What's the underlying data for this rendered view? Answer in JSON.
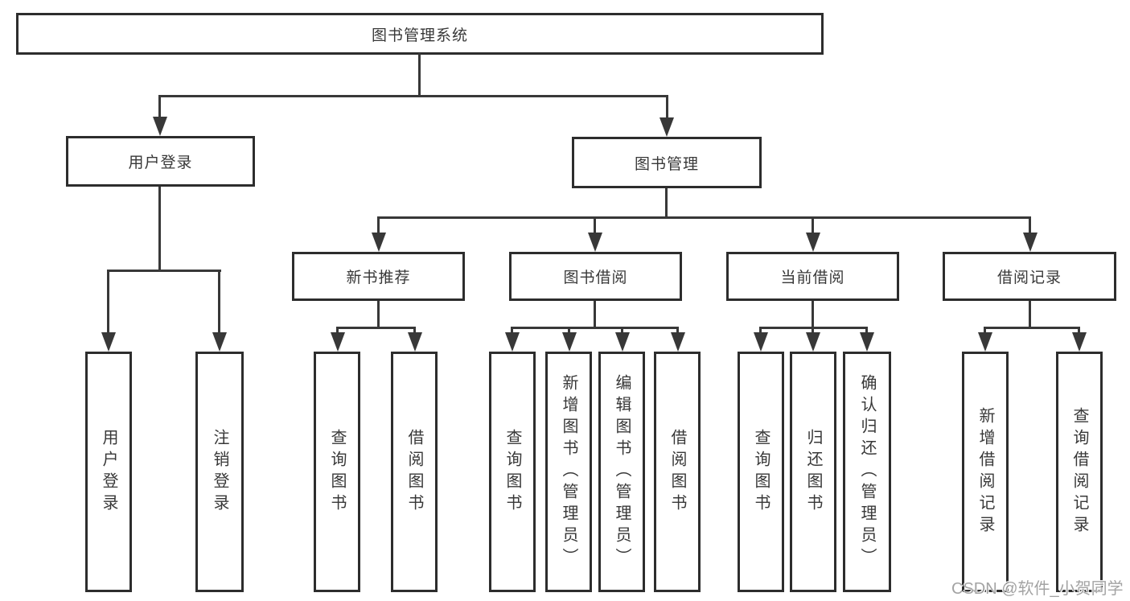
{
  "diagram": {
    "root": {
      "label": "图书管理系统"
    },
    "nodes": {
      "user_login": {
        "label": "用户登录",
        "children": {
          "login": "用户登录",
          "logout": "注销登录"
        }
      },
      "book_mgmt": {
        "label": "图书管理",
        "children": {
          "new_book_rec": {
            "label": "新书推荐",
            "children": {
              "query": "查询图书",
              "borrow": "借阅图书"
            }
          },
          "book_borrow": {
            "label": "图书借阅",
            "children": {
              "query": "查询图书",
              "add": "新增图书（管理员）",
              "edit": "编辑图书（管理员）",
              "borrow": "借阅图书"
            }
          },
          "current_borrow": {
            "label": "当前借阅",
            "children": {
              "query": "查询图书",
              "return": "归还图书",
              "confirm": "确认归还（管理员）"
            }
          },
          "borrow_record": {
            "label": "借阅记录",
            "children": {
              "add": "新增借阅记录",
              "query": "查询借阅记录"
            }
          }
        }
      }
    }
  },
  "watermark": {
    "text": "CSDN @软件_小贺同学"
  },
  "colors": {
    "background": "#ffffff",
    "box_border": "#2d2d2d",
    "connector_line": "#383838",
    "text": "#383838",
    "watermark_text": "#9e9e9e"
  }
}
